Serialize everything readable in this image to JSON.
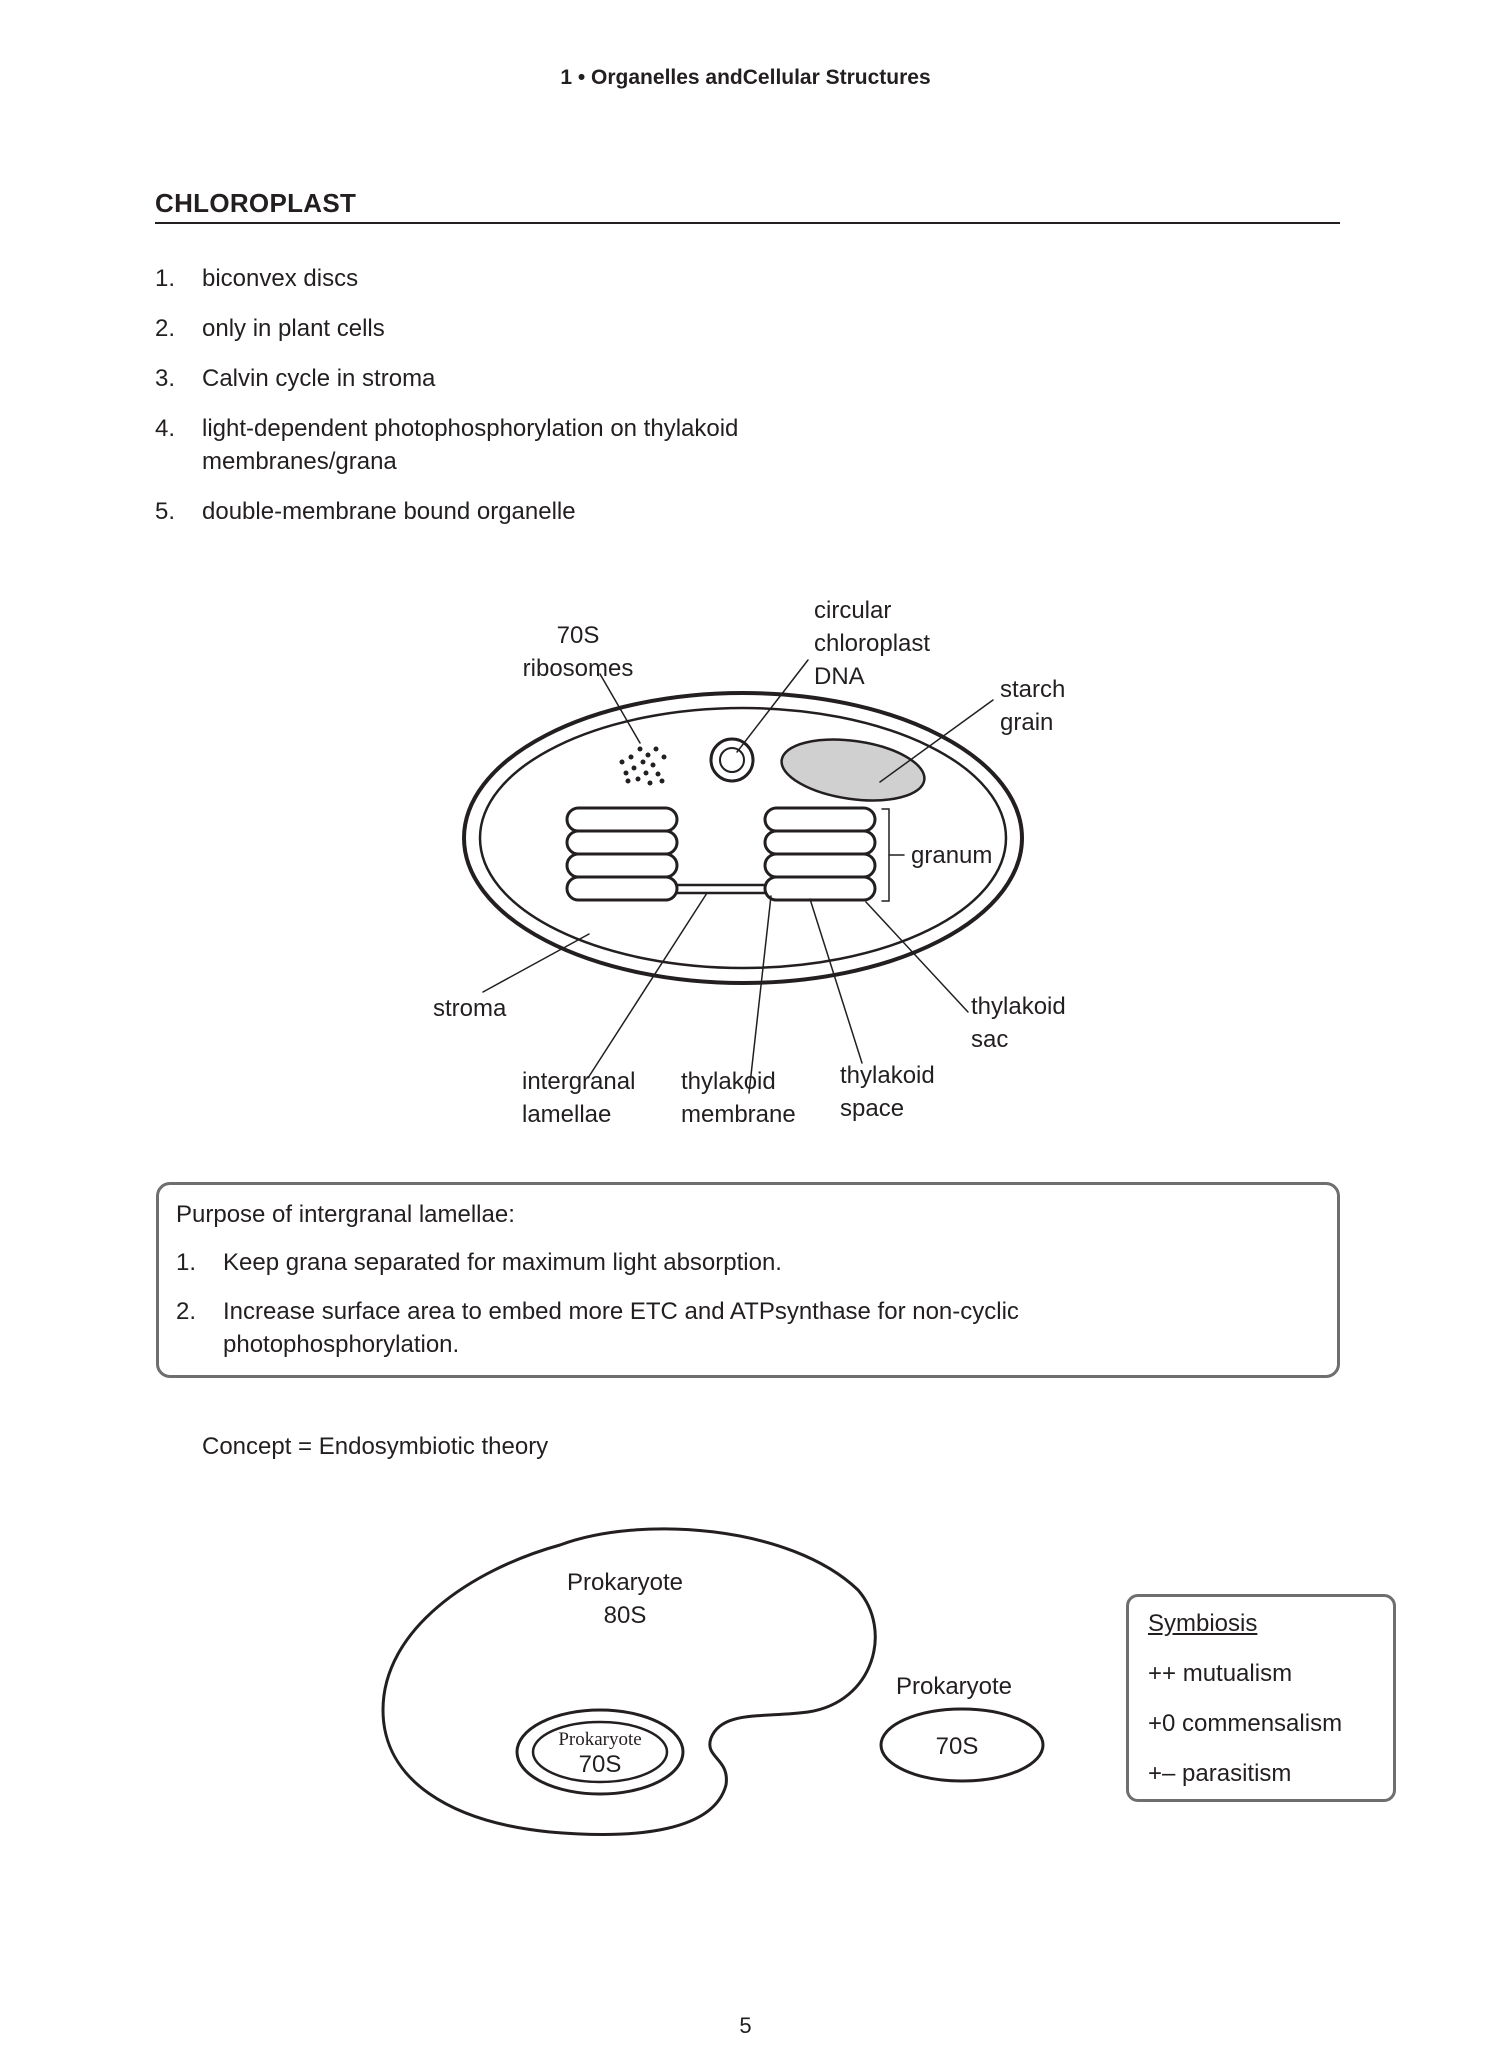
{
  "header": {
    "running_title": "1 • Organelles andCellular Structures"
  },
  "section": {
    "title": "CHLOROPLAST",
    "points": [
      {
        "num": "1.",
        "text": "biconvex discs"
      },
      {
        "num": "2.",
        "text": "only in plant cells"
      },
      {
        "num": "3.",
        "text": "Calvin cycle in stroma"
      },
      {
        "num": "4.",
        "text": "light-dependent photophosphorylation on thylakoid membranes/grana"
      },
      {
        "num": "5.",
        "text": "double-membrane bound organelle"
      }
    ]
  },
  "chloroplast_diagram": {
    "labels": {
      "ribosomes_1": "70S",
      "ribosomes_2": "ribosomes",
      "dna_1": "circular",
      "dna_2": "chloroplast",
      "dna_3": "DNA",
      "starch_1": "starch",
      "starch_2": "grain",
      "granum": "granum",
      "stroma": "stroma",
      "thylakoid_sac_1": "thylakoid",
      "thylakoid_sac_2": "sac",
      "intergranal_1": "intergranal",
      "intergranal_2": "lamellae",
      "membrane_1": "thylakoid",
      "membrane_2": "membrane",
      "space_1": "thylakoid",
      "space_2": "space"
    }
  },
  "purpose_box": {
    "title": "Purpose of intergranal lamellae:",
    "items": [
      {
        "num": "1.",
        "text": "Keep grana separated for maximum light absorption."
      },
      {
        "num": "2.",
        "text": "Increase surface area to embed more ETC and ATPsynthase for non-cyclic photophosphorylation."
      }
    ]
  },
  "concept": "Concept = Endosymbiotic theory",
  "endosymbiosis_diagram": {
    "host_name": "Prokaryote",
    "host_ribosome": "80S",
    "inner_name": "Prokaryote",
    "inner_ribosome": "70S",
    "free_name": "Prokaryote",
    "free_ribosome": "70S"
  },
  "symbiosis": {
    "title": "Symbiosis",
    "items": [
      "++ mutualism",
      "+0 commensalism",
      "+– parasitism"
    ]
  },
  "page_number": "5"
}
